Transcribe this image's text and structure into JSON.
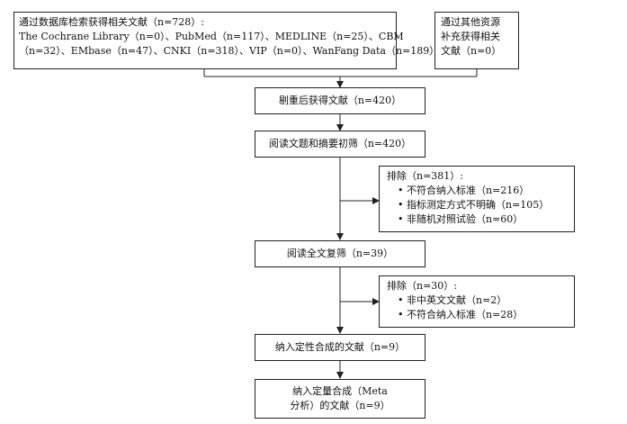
{
  "boxes": {
    "database_search": {
      "lines": [
        "通过数据库检索获得相关文献（n=728）:",
        "The Cochrane Library（n=0）、PubMed（n=117）、MEDLINE（n=25）、CBM",
        "（n=32）、EMbase（n=47）、CNKI（n=318）、VIP（n=0）、WanFang Data（n=189）"
      ]
    },
    "other_sources": {
      "lines": [
        "通过其他资源",
        "补充获得相关",
        "文献（n=0）"
      ]
    },
    "after_dedup": {
      "lines": [
        "剔重后获得文献（n=420）"
      ]
    },
    "title_abstract_screen": {
      "lines": [
        "阅读文题和摘要初筛（n=420）"
      ]
    },
    "exclusion_1": {
      "title": "排除（n=381）:",
      "items": [
        "不符合纳入标准（n=216）",
        "指标测定方式不明确（n=105）",
        "非随机对照试验（n=60）"
      ]
    },
    "fulltext_screen": {
      "lines": [
        "阅读全文复筛（n=39）"
      ]
    },
    "exclusion_2": {
      "title": "排除（n=30）:",
      "items": [
        "非中英文文献（n=2）",
        "不符合纳入标准（n=28）"
      ]
    },
    "qualitative_synthesis": {
      "lines": [
        "纳入定性合成的文献（n=9）"
      ]
    },
    "quantitative_synthesis": {
      "lines": [
        "纳入定量合成（Meta",
        "分析）的文献（n=9）"
      ]
    }
  },
  "bullet_symbol": "•"
}
